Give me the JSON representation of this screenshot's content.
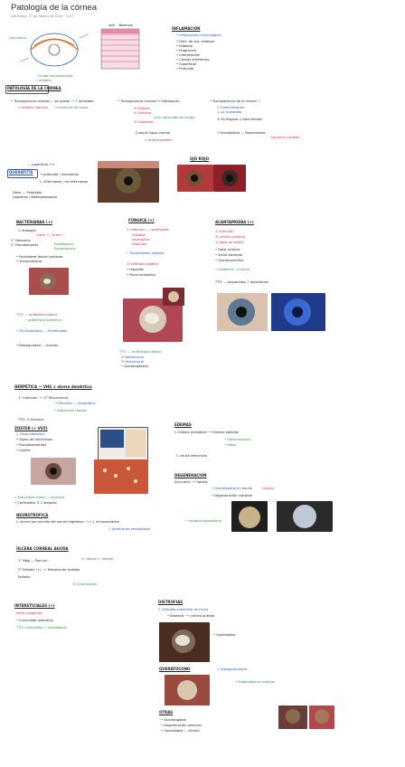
{
  "header": {
    "title": "Patología de la córnea",
    "date": "miércoles, 27 de marzo de 2024",
    "time": "9:47"
  },
  "notes": {
    "section_main": "PATOLOGÍA DE LA CÓRNEA",
    "right_heading": "INFLAMACIÓN",
    "deep_label": "DEGENERACIÓN"
  },
  "colors": {
    "ink": "#222222",
    "red": "#d0284a",
    "blue": "#2a56b8",
    "green": "#2c8f3e",
    "purple": "#8a3aa8",
    "orange": "#d9831c"
  }
}
